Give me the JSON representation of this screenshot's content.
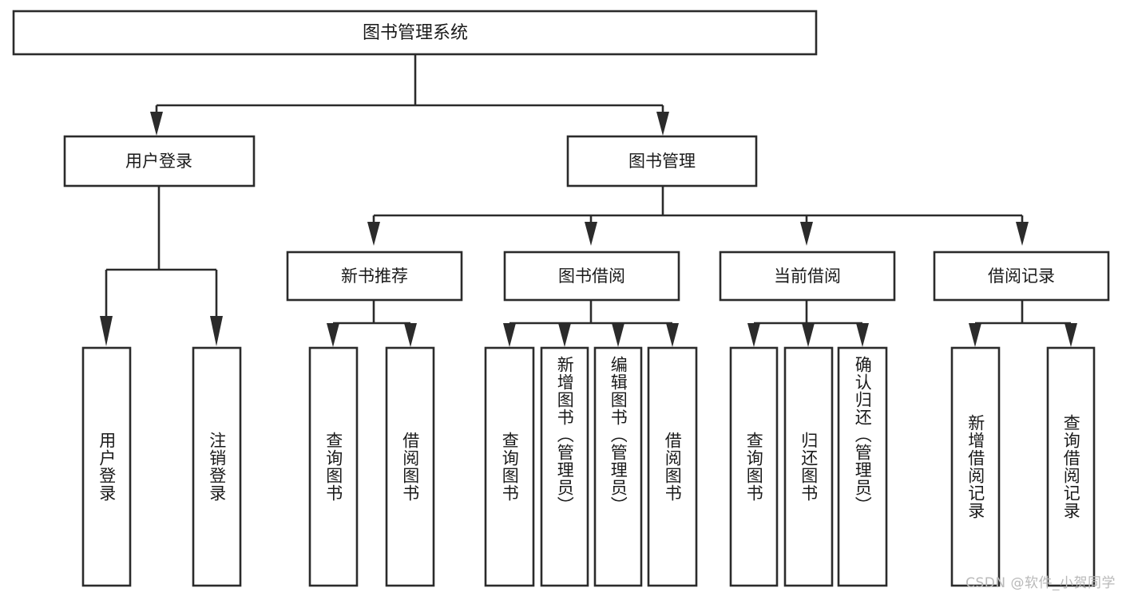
{
  "diagram": {
    "type": "tree",
    "title": "图书管理系统",
    "orientation": "top-down",
    "style": {
      "box_fill": "#ffffff",
      "box_stroke": "#2b2b2b",
      "connector_color": "#2b2b2b",
      "text_color": "#1a1a1a",
      "background": "#ffffff",
      "watermark_color": "#b9b9b9"
    },
    "root": {
      "id": "root",
      "label": "图书管理系统"
    },
    "level2": [
      {
        "id": "user-login",
        "label": "用户登录"
      },
      {
        "id": "book-manage",
        "label": "图书管理"
      }
    ],
    "level3": [
      {
        "id": "new-book-recommend",
        "label": "新书推荐",
        "parent": "book-manage"
      },
      {
        "id": "book-borrow",
        "label": "图书借阅",
        "parent": "book-manage"
      },
      {
        "id": "current-borrow",
        "label": "当前借阅",
        "parent": "book-manage"
      },
      {
        "id": "borrow-record",
        "label": "借阅记录",
        "parent": "book-manage"
      }
    ],
    "leaves": [
      {
        "id": "leaf-user-login",
        "label": "用户登录",
        "parent": "user-login"
      },
      {
        "id": "leaf-logout-login",
        "label": "注销登录",
        "parent": "user-login"
      },
      {
        "id": "leaf-query-book-1",
        "label": "查询图书",
        "parent": "new-book-recommend"
      },
      {
        "id": "leaf-borrow-book-1",
        "label": "借阅图书",
        "parent": "new-book-recommend"
      },
      {
        "id": "leaf-query-book-2",
        "label": "查询图书",
        "parent": "book-borrow"
      },
      {
        "id": "leaf-add-book",
        "label": "新增图书（管理员）",
        "parent": "book-borrow"
      },
      {
        "id": "leaf-edit-book",
        "label": "编辑图书（管理员）",
        "parent": "book-borrow"
      },
      {
        "id": "leaf-borrow-book-2",
        "label": "借阅图书",
        "parent": "book-borrow"
      },
      {
        "id": "leaf-query-book-3",
        "label": "查询图书",
        "parent": "current-borrow"
      },
      {
        "id": "leaf-return-book",
        "label": "归还图书",
        "parent": "current-borrow"
      },
      {
        "id": "leaf-confirm-return",
        "label": "确认归还（管理员）",
        "parent": "current-borrow"
      },
      {
        "id": "leaf-add-record",
        "label": "新增借阅记录",
        "parent": "borrow-record"
      },
      {
        "id": "leaf-query-record",
        "label": "查询借阅记录",
        "parent": "borrow-record"
      }
    ]
  },
  "watermark": {
    "text": "CSDN @软件_小贺同学"
  }
}
